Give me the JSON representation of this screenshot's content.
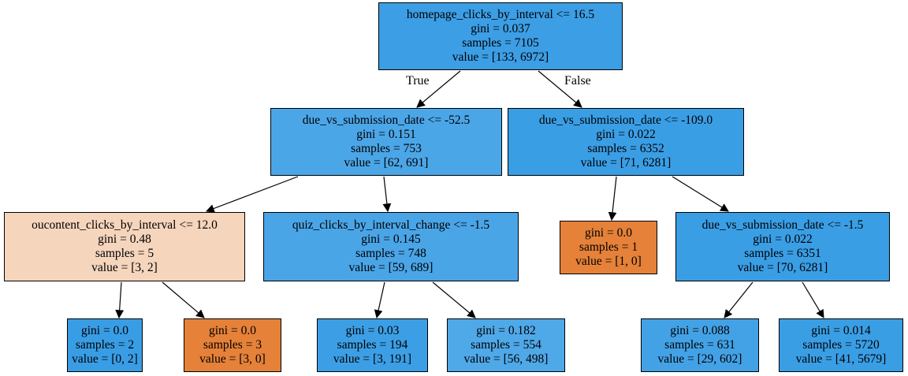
{
  "colors": {
    "blue_strong": "#399de5",
    "blue_mid": "#47a4e7",
    "blue_light": "#4ca6e8",
    "orange": "#e58139",
    "orange_light": "#f6d5bd",
    "edge": "#000000"
  },
  "edge_labels": {
    "true": "True",
    "false": "False"
  },
  "nodes": [
    {
      "lines": [
        "homepage_clicks_by_interval <= 16.5",
        "gini = 0.037",
        "samples = 7105",
        "value = [133, 6972]"
      ],
      "fill": "#3c9ee5"
    },
    {
      "lines": [
        "due_vs_submission_date <= -52.5",
        "gini = 0.151",
        "samples = 753",
        "value = [62, 691]"
      ],
      "fill": "#4ba6e7"
    },
    {
      "lines": [
        "due_vs_submission_date <= -109.0",
        "gini = 0.022",
        "samples = 6352",
        "value = [71, 6281]"
      ],
      "fill": "#3a9ee5"
    },
    {
      "lines": [
        "oucontent_clicks_by_interval <= 12.0",
        "gini = 0.48",
        "samples = 5",
        "value = [3, 2]"
      ],
      "fill": "#f6d5bd"
    },
    {
      "lines": [
        "quiz_clicks_by_interval_change <= -1.5",
        "gini = 0.145",
        "samples = 748",
        "value = [59, 689]"
      ],
      "fill": "#4aa5e7"
    },
    {
      "lines": [
        "gini = 0.0",
        "samples = 1",
        "value = [1, 0]"
      ],
      "fill": "#e58139"
    },
    {
      "lines": [
        "due_vs_submission_date <= -1.5",
        "gini = 0.022",
        "samples = 6351",
        "value = [70, 6281]"
      ],
      "fill": "#3a9ee5"
    },
    {
      "lines": [
        "gini = 0.0",
        "samples = 2",
        "value = [0, 2]"
      ],
      "fill": "#399de5"
    },
    {
      "lines": [
        "gini = 0.0",
        "samples = 3",
        "value = [3, 0]"
      ],
      "fill": "#e58139"
    },
    {
      "lines": [
        "gini = 0.03",
        "samples = 194",
        "value = [3, 191]"
      ],
      "fill": "#3c9fe5"
    },
    {
      "lines": [
        "gini = 0.182",
        "samples = 554",
        "value = [56, 498]"
      ],
      "fill": "#4fa8e8"
    },
    {
      "lines": [
        "gini = 0.088",
        "samples = 631",
        "value = [29, 602]"
      ],
      "fill": "#43a2e6"
    },
    {
      "lines": [
        "gini = 0.014",
        "samples = 5720",
        "value = [41, 5679]"
      ],
      "fill": "#3a9ee5"
    }
  ]
}
